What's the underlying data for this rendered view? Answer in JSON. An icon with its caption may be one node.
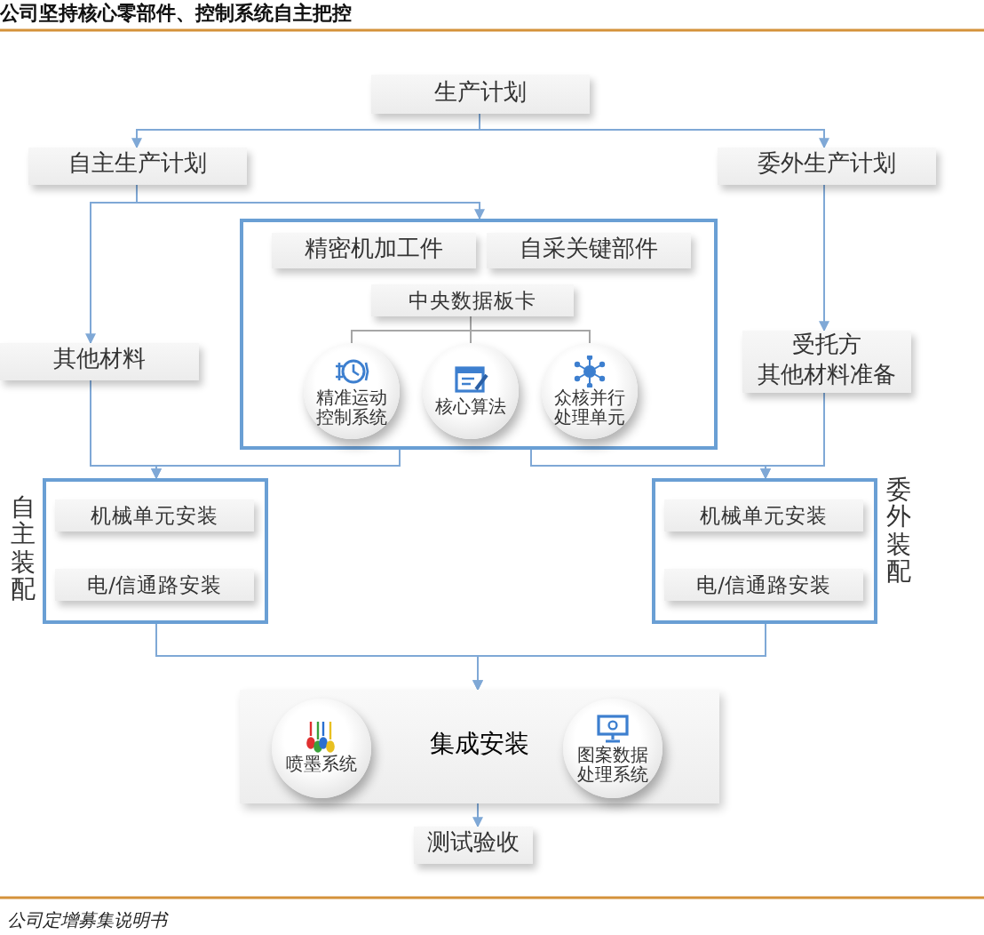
{
  "diagram": {
    "title": "公司坚持核心零部件、控制系统自主把控",
    "caption": "公司定增募集说明书",
    "nodes": [
      {
        "text": [
          "生产计划"
        ]
      },
      {
        "text": [
          "自主生产计划"
        ]
      },
      {
        "text": [
          "委外生产计划"
        ]
      },
      {
        "text": [],
        "shape": "box"
      },
      {
        "text": [
          "精密机加工件"
        ],
        "in": 3
      },
      {
        "text": [
          "自采关键部件"
        ],
        "in": 3
      },
      {
        "text": [
          "中央数据板卡"
        ],
        "in": 3
      },
      {
        "text": [
          "精准运动控制系统"
        ],
        "in": 3
      },
      {
        "text": [
          "核心算法"
        ],
        "in": 3
      },
      {
        "text": [
          "众核并行处理单元"
        ],
        "in": 3
      },
      {
        "text": [
          "其他材料"
        ]
      },
      {
        "text": [
          "受托方",
          "其他材料准备"
        ]
      },
      {
        "text": [],
        "shape": "box",
        "beside": [
          "自主装配"
        ]
      },
      {
        "text": [
          "机械单元安装"
        ],
        "in": 12
      },
      {
        "text": [
          "电/信通路安装"
        ],
        "in": 12
      },
      {
        "text": [],
        "shape": "box",
        "beside": [
          "委外装配"
        ]
      },
      {
        "text": [
          "机械单元安装"
        ],
        "in": 15
      },
      {
        "text": [
          "电/信通路安装"
        ],
        "in": 15
      },
      {
        "text": [
          "集成安装"
        ]
      },
      {
        "text": [
          "喷墨系统"
        ],
        "in": 18
      },
      {
        "text": [
          "图案数据处理系统"
        ],
        "in": 18
      },
      {
        "text": [
          "测试验收"
        ]
      }
    ],
    "edges": [
      {
        "from": 0,
        "to": 1,
        "arrow": "to"
      },
      {
        "from": 0,
        "to": 2,
        "arrow": "to"
      },
      {
        "from": 1,
        "to": 3,
        "arrow": "to"
      },
      {
        "from": 1,
        "to": 10,
        "arrow": "to"
      },
      {
        "from": 2,
        "to": 11,
        "arrow": "to"
      },
      {
        "from": 6,
        "to": 7,
        "arrow": "none",
        "color": "#a6a6a6"
      },
      {
        "from": 6,
        "to": 8,
        "arrow": "none",
        "color": "#a6a6a6"
      },
      {
        "from": 6,
        "to": 9,
        "arrow": "none",
        "color": "#a6a6a6"
      },
      {
        "from": 10,
        "to": 12,
        "arrow": "to"
      },
      {
        "from": 3,
        "to": 12,
        "arrow": "to"
      },
      {
        "from": 3,
        "to": 15,
        "arrow": "to"
      },
      {
        "from": 11,
        "to": 15,
        "arrow": "to"
      },
      {
        "from": 12,
        "to": 18,
        "arrow": "to"
      },
      {
        "from": 15,
        "to": 18,
        "arrow": "to"
      },
      {
        "from": 18,
        "to": 21,
        "arrow": "to"
      }
    ]
  }
}
